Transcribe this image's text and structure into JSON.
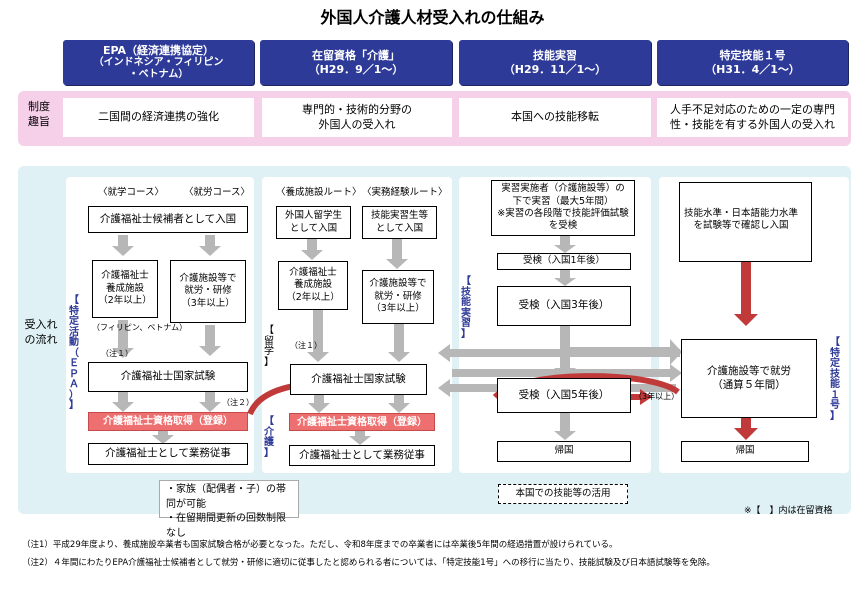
{
  "title": "外国人介護人材受入れの仕組み",
  "columns": [
    {
      "line1": "EPA（経済連携協定）",
      "line2": "（インドネシア・フィリピン\n・ベトナム）"
    },
    {
      "line1": "在留資格「介護」",
      "line2": "（H29．9／1〜）"
    },
    {
      "line1": "技能実習",
      "line2": "（H29．11／1〜）"
    },
    {
      "line1": "特定技能１号",
      "line2": "（H31．4／1〜）"
    }
  ],
  "purpose": {
    "label": "制度\n趣旨",
    "items": [
      "二国間の経済連携の強化",
      "専門的・技術的分野の\n外国人の受入れ",
      "本国への技能移転",
      "人手不足対応のための一定の専門\n性・技能を有する外国人の受入れ"
    ]
  },
  "flow_label": "受入れ\nの流れ",
  "epa": {
    "course_study": "〈就学コース〉",
    "course_work": "〈就労コース〉",
    "entry": "介護福祉士候補者として入国",
    "school": "介護福祉士\n養成施設\n（2年以上）",
    "facility": "介護施設等で\n就労・研修\n（3年以上）",
    "countries_note": "（フィリピン、ベトナム）",
    "note1": "（注１）",
    "note2": "（注２）",
    "exam": "介護福祉士国家試験",
    "qualify": "介護福祉士資格取得（登録）",
    "work": "介護福祉士として業務従事",
    "status_tag": "【特定活動（ＥＰＡ）】"
  },
  "kaigo": {
    "route_school": "〈養成施設ルート〉",
    "route_work": "〈実務経験ルート〉",
    "student": "外国人留学生\nとして入国",
    "trainee": "技能実習生等\nとして入国",
    "school": "介護福祉士\n養成施設\n（2年以上）",
    "facility": "介護施設等で\n就労・研修\n（3年以上）",
    "note1": "（注１）",
    "exam": "介護福祉士国家試験",
    "qualify": "介護福祉士資格取得（登録）",
    "work": "介護福祉士として業務従事",
    "tag_study": "【留学】",
    "tag_kaigo": "【介護】"
  },
  "jisshu": {
    "intro": "実習実施者（介護施設等）の\n下で実習（最大5年間）\n※実習の各段階で技能評価試験\nを受検",
    "test1": "受検（入国1年後）",
    "test3": "受検（入国3年後）",
    "test5": "受検（入国5年後）",
    "return": "帰国",
    "home_use": "本国での技能等の活用",
    "status_tag": "【技能実習】"
  },
  "tokutei": {
    "entry": "技能水準・日本語能力水準\nを試験等で確認し入国",
    "work": "介護施設等で就労\n（通算５年間）",
    "return": "帰国",
    "three_years": "（3年以上）",
    "status_tag": "【特定技能１号】"
  },
  "family_note": "・家族（配偶者・子）の帯同が可能\n・在留期間更新の回数制限なし",
  "legend": "※【　】内は在留資格",
  "footnotes": [
    "（注1）平成29年度より、養成施設卒業者も国家試験合格が必要となった。ただし、令和8年度までの卒業者には卒業後5年間の経過措置が設けられている。",
    "（注2）４年間にわたりEPA介護福祉士候補者として就労・研修に適切に従事したと認められる者については、「特定技能1号」への移行に当たり、技能試験及び日本語試験等を免除。"
  ],
  "colors": {
    "header_bg": "#2e3a98",
    "purpose_band": "#f6cfe9",
    "flow_band": "#dff1f5",
    "qualify_red": "#ee6f6f",
    "arrow_gray": "#b7b7b7",
    "arrow_red": "#c03a3a"
  }
}
